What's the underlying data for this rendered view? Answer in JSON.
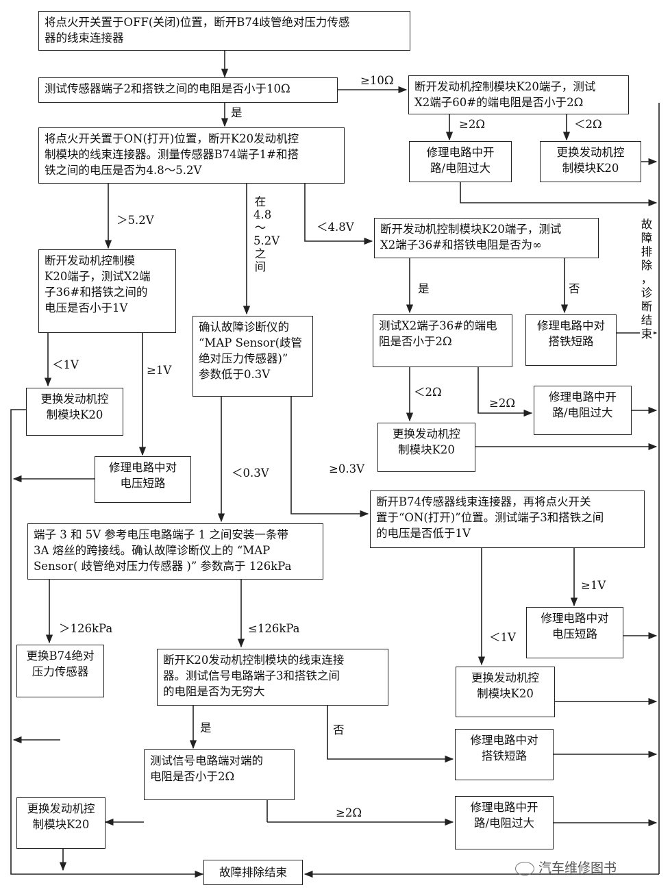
{
  "boxes": {
    "b1": "将点火开关置于OFF(关闭)位置，断开B74歧管绝对压力传感\n器的线束连接器",
    "b2": "测试传感器端子2和搭铁之间的电阻是否小于10Ω",
    "b3": "断开发动机控制模块K20端子，测试\nX2端子60#的端电阻是否小于2Ω",
    "b4": "修理电路中开\n路/电阻过大",
    "b5": "更换发动机控\n制模块K20",
    "b6": "将点火开关置于ON(打开)位置，断开K20发动机控\n制模块的线束连接器。测量传感器B74端子1#和搭\n铁之间的电压是否为4.8～5.2V",
    "b7": "断开发动机控制模块K20端子，测试\nX2端子36#和搭铁电阻是否为∞",
    "b8": "断开发动机控制模\nK20端子，测试X2端\n子36#和搭铁之间的\n电压是否小于1V",
    "b9": "确认故障诊断仪的\n“MAP Sensor(歧管\n绝对压力传感器)”\n参数低于0.3V",
    "b10": "测试X2端子36#的端电\n阻是否小于2Ω",
    "b11": "修理电路中对\n搭铁短路",
    "b12": "更换发动机控\n制模块K20",
    "b13": "修理电路中开\n路/电阻过大",
    "b14": "更换发动机控\n制模块K20",
    "b15": "修理电路中对\n电压短路",
    "b16": "断开B74传感器线束连接器，再将点火开关\n置于“ON(打开)”位置。测试端子3和搭铁之间\n的电压是否低于1V",
    "b17": "端子 3 和 5V 参考电压电路端子 1 之间安装一条带\n3A 熔丝的跨接线。确认故障诊断仪上的 “MAP\nSensor( 歧管绝对压力传感器 )” 参数高于 126kPa",
    "b18": "修理电路中对\n电压短路",
    "b19": "更换B74绝对\n压力传感器",
    "b20": "断开K20发动机控制模块的线束连接\n器。测试信号电路端子3和搭铁之间\n的电阻是否为无穷大",
    "b21": "更换发动机控\n制模块K20",
    "b22": "修理电路中对\n搭铁短路",
    "b23": "测试信号电路端对端的\n电阻是否小于2Ω",
    "b24": "更换发动机控\n制模块K20",
    "b25": "修理电路中开\n路/电阻过大",
    "b26": "故障排除结束"
  },
  "labels": {
    "ge10": "≥10Ω",
    "yes1": "是",
    "ge2a": "≥2Ω",
    "lt2a": "＜2Ω",
    "gt52": "＞5.2V",
    "lt48": "＜4.8V",
    "yes2": "是",
    "no1": "否",
    "lt1a": "＜1V",
    "ge1a": "≥1V",
    "lt2b": "＜2Ω",
    "ge2b": "≥2Ω",
    "lt03": "＜0.3V",
    "ge03": "≥0.3V",
    "ge1b": "≥1V",
    "gt126": "＞126kPa",
    "le126": "≤126kPa",
    "lt1b": "＜1V",
    "yes3": "是",
    "no2": "否",
    "ge2c": "≥2Ω"
  },
  "vertical": {
    "between": "在\n4.8\n～\n5.2V\n之\n间",
    "end": "故\n障\n排\n除\n，\n诊\n断\n结\n束"
  },
  "watermark": "汽车维修图书"
}
